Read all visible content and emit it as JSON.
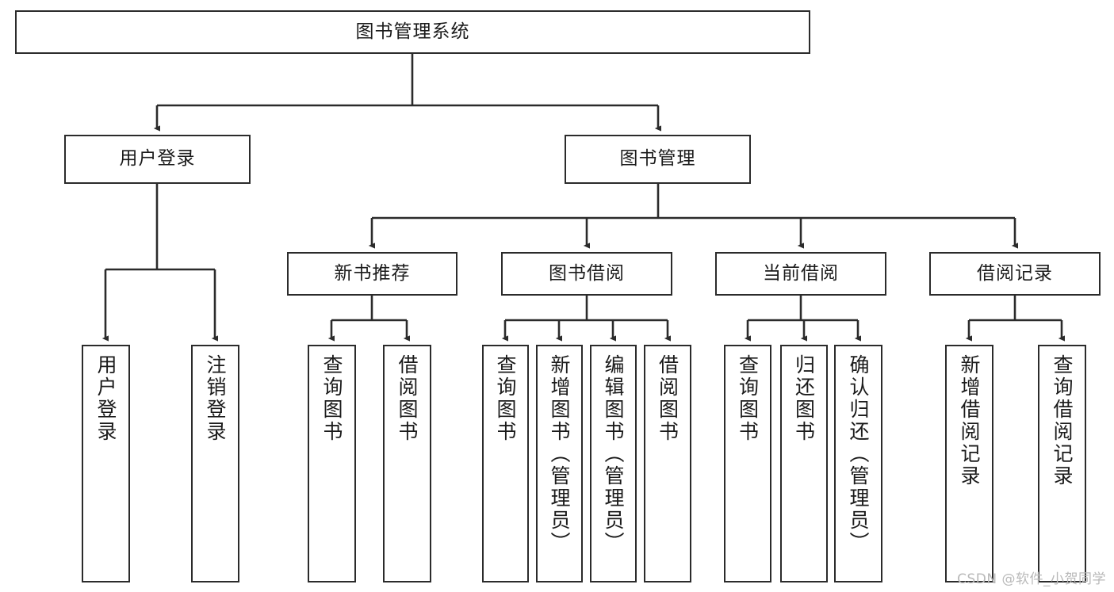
{
  "diagram": {
    "type": "tree-hierarchy",
    "title": "图书管理系统",
    "watermark": "CSDN @软件_小贺同学",
    "colors": {
      "box_border": "#2b2b2b",
      "box_fill": "#ffffff",
      "connector": "#2b2b2b",
      "text": "#1b1b1b",
      "watermark": "#b9b9b9"
    },
    "nodes": {
      "root": {
        "label": "图书管理系统",
        "level": 1,
        "orientation": "horizontal"
      },
      "n_user_login": {
        "label": "用户登录",
        "level": 2,
        "orientation": "horizontal"
      },
      "n_book_admin": {
        "label": "图书管理",
        "level": 2,
        "orientation": "horizontal"
      },
      "n_new_rec": {
        "label": "新书推荐",
        "level": 3,
        "orientation": "horizontal"
      },
      "n_borrow": {
        "label": "图书借阅",
        "level": 3,
        "orientation": "horizontal"
      },
      "n_current": {
        "label": "当前借阅",
        "level": 3,
        "orientation": "horizontal"
      },
      "n_record": {
        "label": "借阅记录",
        "level": 3,
        "orientation": "horizontal"
      },
      "leaf_1": {
        "label": "用户登录",
        "level": 4,
        "orientation": "vertical",
        "parent": "用户登录"
      },
      "leaf_2": {
        "label": "注销登录",
        "level": 4,
        "orientation": "vertical",
        "parent": "用户登录"
      },
      "leaf_3": {
        "label": "查询图书",
        "level": 4,
        "orientation": "vertical",
        "parent": "新书推荐"
      },
      "leaf_4": {
        "label": "借阅图书",
        "level": 4,
        "orientation": "vertical",
        "parent": "新书推荐"
      },
      "leaf_5": {
        "label": "查询图书",
        "level": 4,
        "orientation": "vertical",
        "parent": "图书借阅"
      },
      "leaf_6": {
        "label": "新增图书（管理员）",
        "level": 4,
        "orientation": "vertical",
        "parent": "图书借阅"
      },
      "leaf_7": {
        "label": "编辑图书（管理员）",
        "level": 4,
        "orientation": "vertical",
        "parent": "图书借阅"
      },
      "leaf_8": {
        "label": "借阅图书",
        "level": 4,
        "orientation": "vertical",
        "parent": "图书借阅"
      },
      "leaf_9": {
        "label": "查询图书",
        "level": 4,
        "orientation": "vertical",
        "parent": "当前借阅"
      },
      "leaf_10": {
        "label": "归还图书",
        "level": 4,
        "orientation": "vertical",
        "parent": "当前借阅"
      },
      "leaf_11": {
        "label": "确认归还（管理员）",
        "level": 4,
        "orientation": "vertical",
        "parent": "当前借阅"
      },
      "leaf_12": {
        "label": "新增借阅记录",
        "level": 4,
        "orientation": "vertical",
        "parent": "借阅记录"
      },
      "leaf_13": {
        "label": "查询借阅记录",
        "level": 4,
        "orientation": "vertical",
        "parent": "借阅记录"
      }
    }
  }
}
